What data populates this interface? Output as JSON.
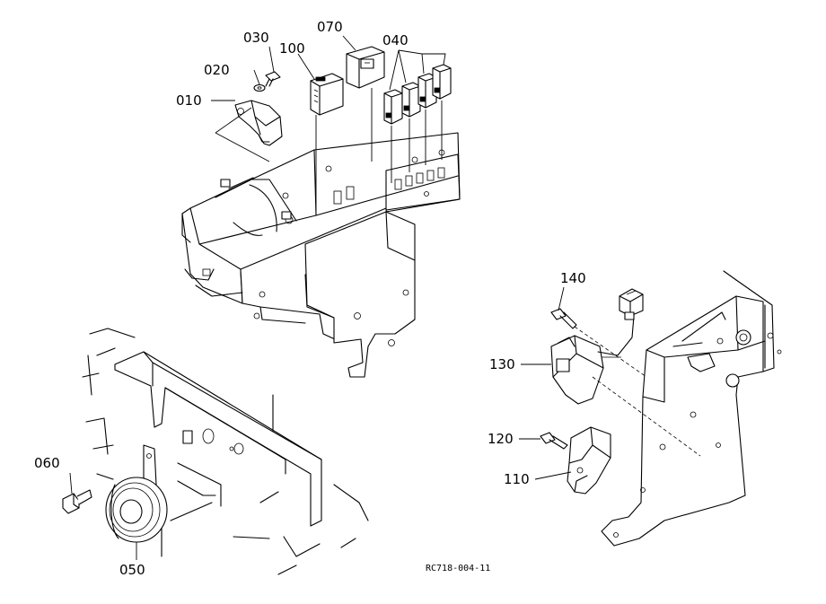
{
  "diagram": {
    "parts": [
      {
        "id": "p010",
        "label": "010"
      },
      {
        "id": "p020",
        "label": "020"
      },
      {
        "id": "p030",
        "label": "030"
      },
      {
        "id": "p040",
        "label": "040"
      },
      {
        "id": "p050",
        "label": "050"
      },
      {
        "id": "p060",
        "label": "060"
      },
      {
        "id": "p070",
        "label": "070"
      },
      {
        "id": "p100",
        "label": "100"
      },
      {
        "id": "p110",
        "label": "110"
      },
      {
        "id": "p120",
        "label": "120"
      },
      {
        "id": "p130",
        "label": "130"
      },
      {
        "id": "p140",
        "label": "140"
      }
    ],
    "reference_code": "RC718-004-11"
  }
}
